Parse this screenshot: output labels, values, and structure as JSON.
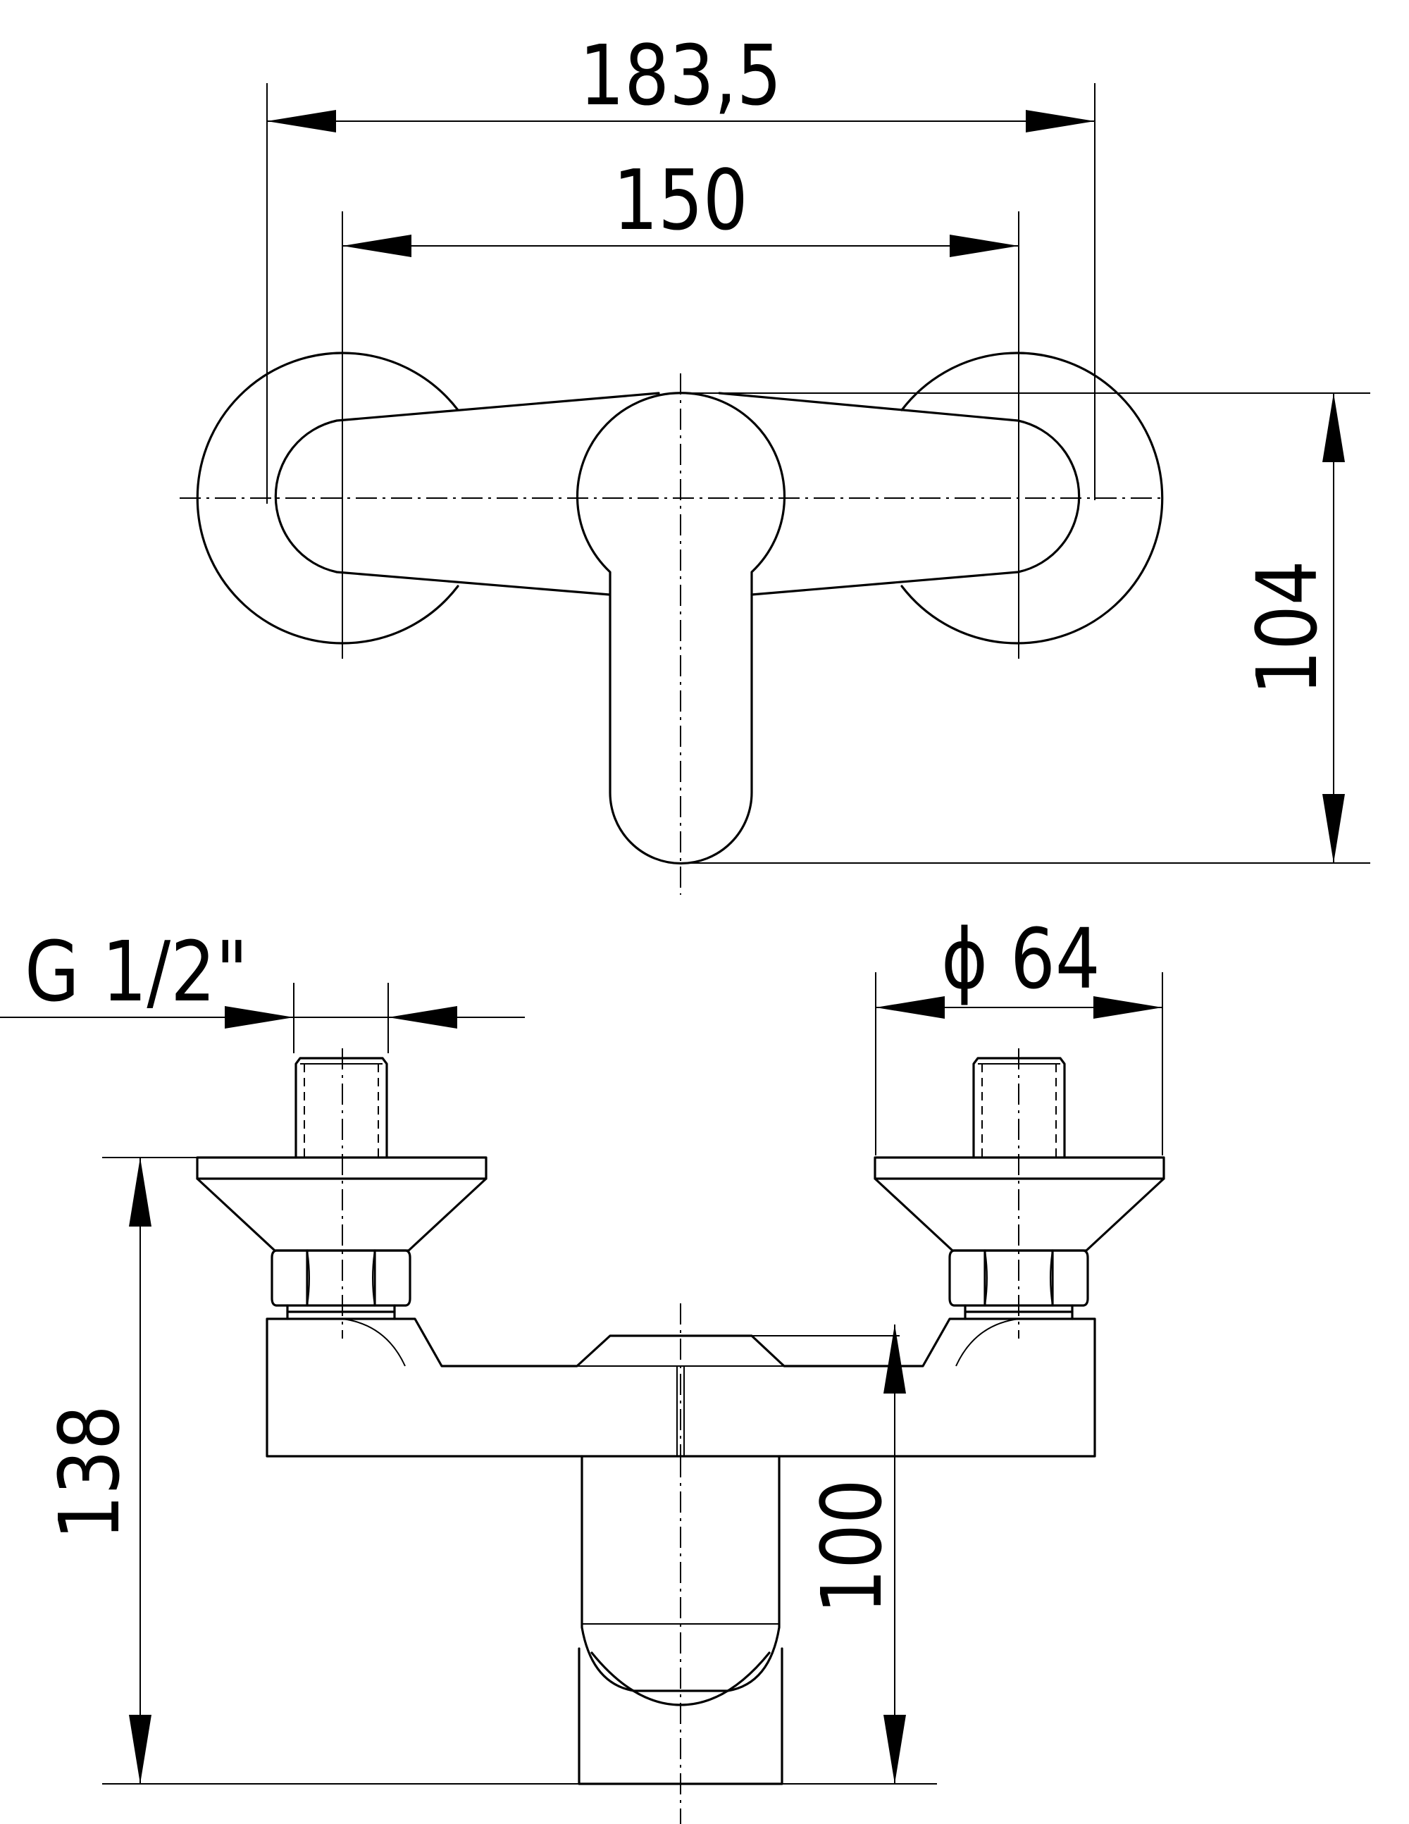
{
  "dimensions": {
    "overall_width": "183,5",
    "inlet_spacing": "150",
    "top_view_depth": "104",
    "thread_size": "G 1/2\"",
    "rosette_diameter": "ϕ 64",
    "overall_height": "138",
    "spout_height": "100"
  },
  "colors": {
    "line": "#000000",
    "background": "#ffffff"
  }
}
